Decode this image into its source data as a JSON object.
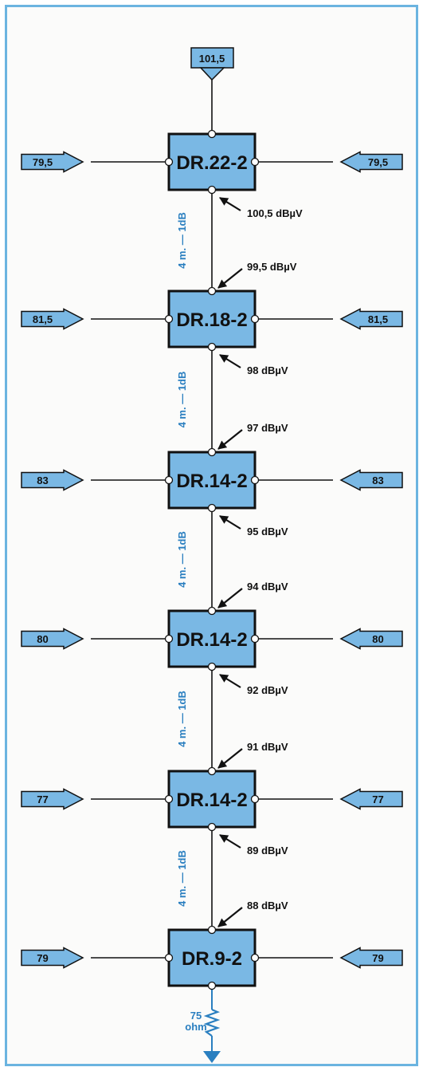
{
  "colors": {
    "accent": "#6bb4e0",
    "block_fill": "#7ab8e4",
    "label_blue": "#2a7fc0",
    "line": "#111111"
  },
  "input": {
    "label": "101,5"
  },
  "stages": [
    {
      "name": "DR.22-2",
      "outputs": "79,5",
      "level_out": "100,5 dBµV"
    },
    {
      "name": "DR.18-2",
      "outputs": "81,5",
      "level_in": "99,5 dBµV",
      "level_out": "98 dBµV"
    },
    {
      "name": "DR.14-2",
      "outputs": "83",
      "level_in": "97 dBµV",
      "level_out": "95 dBµV"
    },
    {
      "name": "DR.14-2",
      "outputs": "80",
      "level_in": "94 dBµV",
      "level_out": "92 dBµV"
    },
    {
      "name": "DR.14-2",
      "outputs": "77",
      "level_in": "91 dBµV",
      "level_out": "89 dBµV"
    },
    {
      "name": "DR.9-2",
      "outputs": "79",
      "level_in": "88 dBµV"
    }
  ],
  "cable_label": "4 m. — 1dB",
  "termination": {
    "value": "75",
    "unit": "ohm",
    "icon": "resistor-icon"
  }
}
